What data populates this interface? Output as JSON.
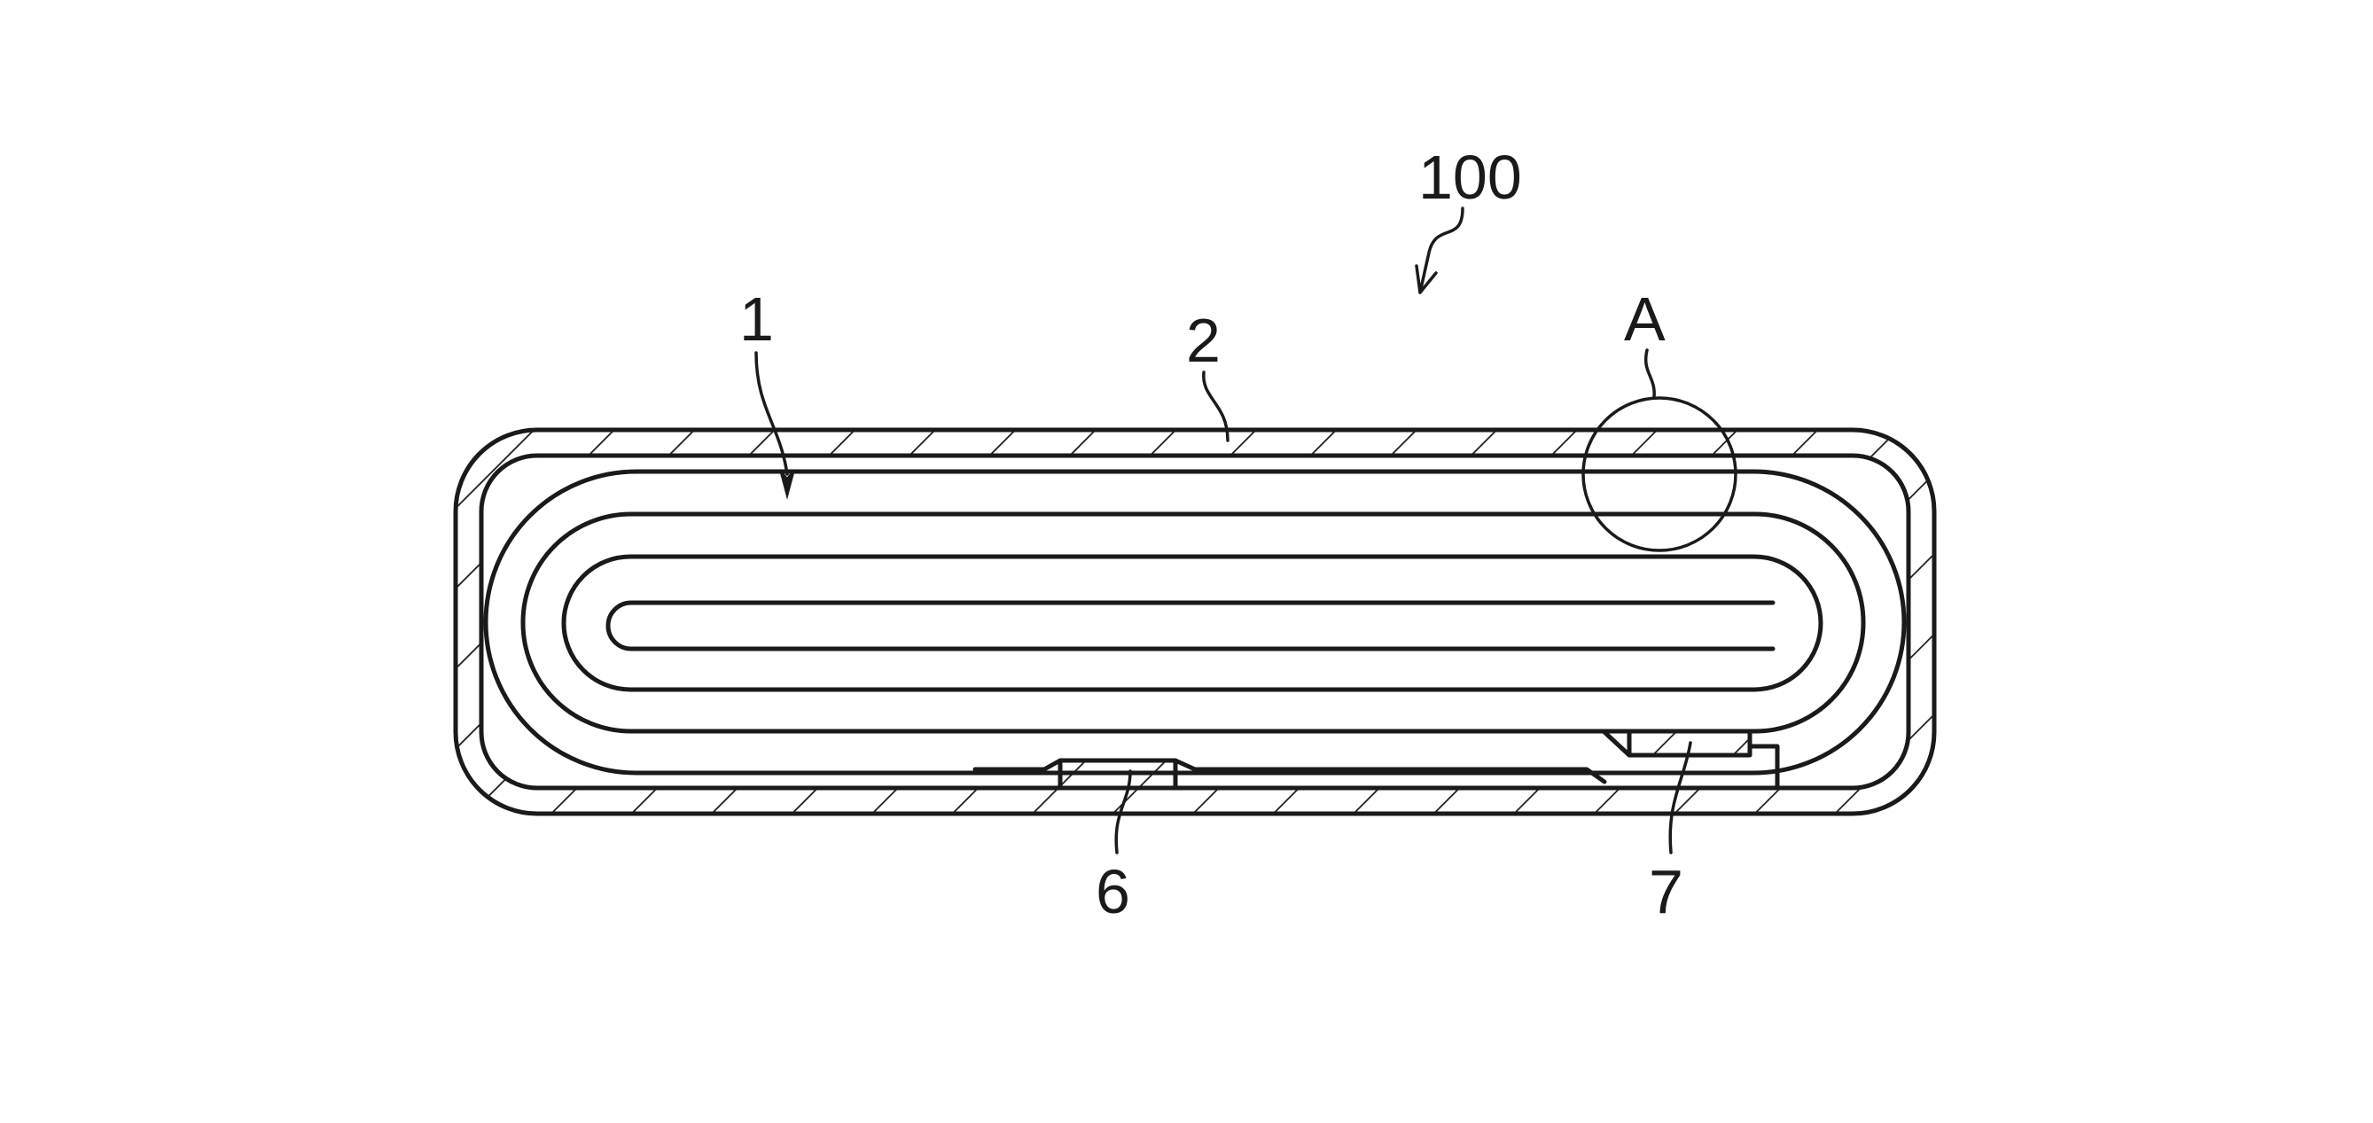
{
  "labels": {
    "assembly": "100",
    "electrode_assembly": "1",
    "casing": "2",
    "detail_area": "A",
    "part_6": "6",
    "part_7": "7"
  },
  "colors": {
    "line": "#1a1a1a",
    "background": "#ffffff"
  }
}
